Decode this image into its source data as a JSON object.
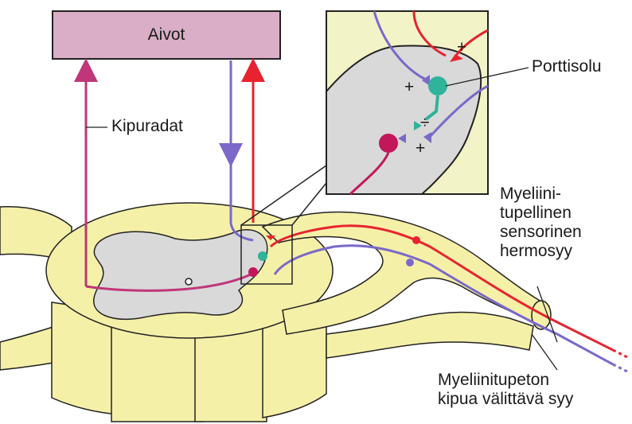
{
  "labels": {
    "brain": "Aivot",
    "pain_pathways": "Kipuradat",
    "gate_cell": "Porttisolu",
    "myelinated_fiber": [
      "Myeliini-",
      "tupellinen",
      "sensorinen",
      "hermosyy"
    ],
    "unmyelinated_fiber": [
      "Myeliinitupeton",
      "kipua välittävä syy"
    ],
    "plus_sign": "+",
    "divide_sign": "÷"
  },
  "colors": {
    "brain_box_fill": "#d9aec6",
    "spinal_cord_fill": "#f5f0a8",
    "gray_matter_fill": "#d9d9d9",
    "red_fiber": "#e8232f",
    "blue_fiber": "#7b68c8",
    "pain_pathway": "#c0367a",
    "gate_cell": "#2fb39a",
    "projection_neuron": "#c2185b",
    "inset_background": "#f3f3c8"
  }
}
